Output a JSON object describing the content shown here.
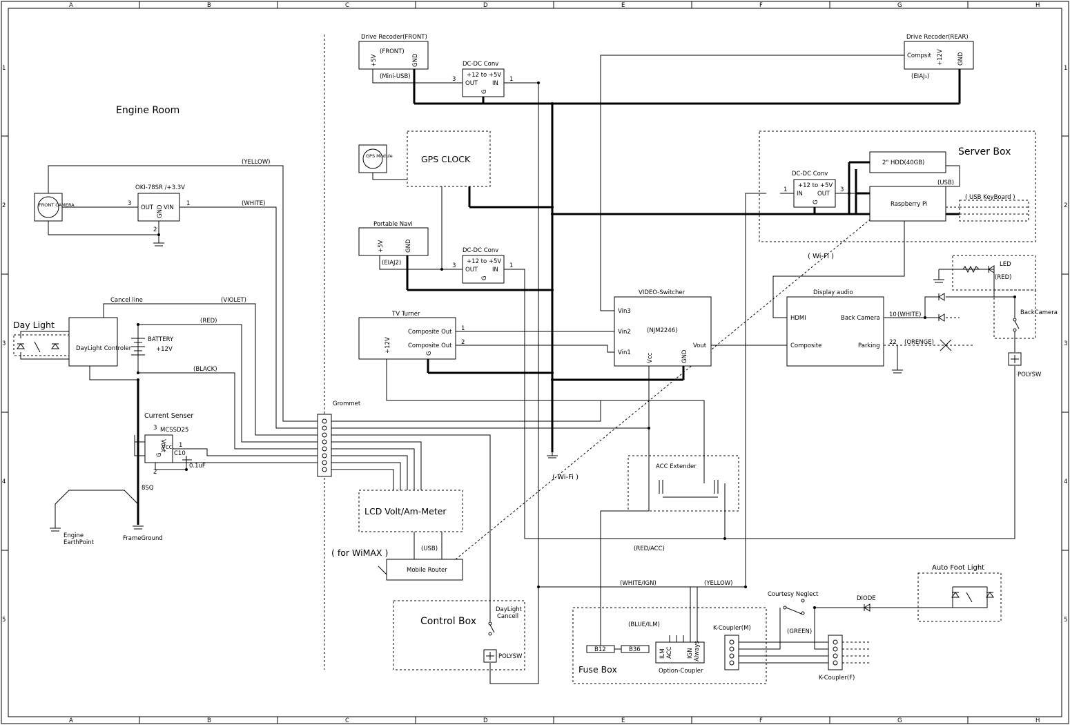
{
  "frame": {
    "columns": [
      "A",
      "B",
      "C",
      "D",
      "E",
      "F",
      "G",
      "H"
    ],
    "rows": [
      "1",
      "2",
      "3",
      "4",
      "5"
    ]
  },
  "regions": {
    "engine_room": "Engine Room",
    "grommet": "Grommet",
    "server_box": "Server Box",
    "control_box": "Control Box",
    "fuse_box": "Fuse Box",
    "acc_extender": "ACC Extender",
    "auto_foot_light": "Auto Foot Light"
  },
  "components": {
    "drive_rec_front": {
      "title": "Drive Recoder(FRONT)",
      "label": "(FRONT)",
      "pin_v": "+5V",
      "pin_g": "GND",
      "conn": "(Mini-USB)"
    },
    "drive_rec_rear": {
      "title": "Drive Recoder(REAR)",
      "pin_c": "Compsit",
      "pin_v": "+12V",
      "pin_g": "GND",
      "conn": "(EIAJ₁)"
    },
    "dcdc1": {
      "title": "DC-DC Conv",
      "line1": "+12 to +5V",
      "out": "OUT",
      "in": "IN",
      "g": "G",
      "pin3": "3",
      "pin1": "1"
    },
    "dcdc2": {
      "title": "DC-DC Conv",
      "line1": "+12 to +5V",
      "out": "OUT",
      "in": "IN",
      "g": "G",
      "pin3": "3",
      "pin1": "1"
    },
    "dcdc3": {
      "title": "DC-DC Conv",
      "line1": "+12 to +5V",
      "out": "OUT",
      "in": "IN",
      "g": "G",
      "pin3": "3",
      "pin1": "1"
    },
    "gps_module": "GPS Module",
    "gps_clock": "GPS CLOCK",
    "portable_navi": {
      "title": "Portable Navi",
      "pin_v": "+5V",
      "pin_g": "GND",
      "conn": "(EIAJ2)"
    },
    "tv_tuner": {
      "title": "TV Turner",
      "pin_v": "+12V",
      "out1": "Composite Out",
      "out2": "Composite Out",
      "g": "G",
      "pin1": "1",
      "pin2": "2"
    },
    "video_switcher": {
      "title": "VIDEO-Switcher",
      "chip": "(NJM2246)",
      "vin3": "Vin3",
      "vin2": "Vin2",
      "vin1": "Vin1",
      "vout": "Vout",
      "vcc": "Vcc",
      "gnd": "GND"
    },
    "display_audio": {
      "title": "Display audio",
      "hdmi": "HDMI",
      "back_camera": "Back Camera",
      "composite": "Composite",
      "parking": "Parking",
      "pin10": "10",
      "white": "(WHITE)",
      "pin22": "22",
      "orange": "(ORENGE)"
    },
    "hdd": "2\" HDD(40GB)",
    "raspberry_pi": "Raspberry Pi",
    "usb": "(USB)",
    "usb_keyboard": "( USB KeyBoard )",
    "wifi": "( Wi-Fi )",
    "wifi2": "( Wi-Fi )",
    "led": "LED",
    "led_red": "(RED)",
    "back_camera": "BackCamera",
    "polysw": "POLYSW",
    "front_camera": "FRONT CAMERA",
    "regulator": {
      "title": "OKI-78SR /+3.3V",
      "out": "OUT",
      "vin": "VIN",
      "gnd": "GND",
      "pin3": "3",
      "pin1": "1",
      "pin2": "2"
    },
    "day_light": "Day Light",
    "daylight_controller": "DayLight Controler",
    "cancel_line": "Cancel line",
    "battery": "BATTERY",
    "battery_v": "+12V",
    "current_sensor": {
      "title": "Current Senser",
      "part": "MCSSD25",
      "vout": "Vout",
      "vcc": "Vcc",
      "g": "G",
      "pin3": "3",
      "pin1": "1",
      "pin2": "2",
      "cap": "C10",
      "cap_val": "0.1uF",
      "wire": "8SQ"
    },
    "engine_earth": "Engine EarthPoint",
    "engine_earth_a": "Engine",
    "engine_earth_b": "EarthPoint",
    "frame_ground": "FrameGround",
    "lcd_meter": "LCD Volt/Am-Meter",
    "for_wimax": "( for WiMAX )",
    "mobile_router": "Mobile Router",
    "daylight_cancel": "DayLight Cancell",
    "daylight_cancel_a": "DayLight",
    "daylight_cancel_b": "Cancell",
    "b12": "B12",
    "b36": "B36",
    "option_coupler": {
      "title": "Option-Coupler",
      "ilm": "ILM",
      "acc": "ACC",
      "ign": "IGN",
      "always": "Always"
    },
    "k_coupler_m": "K-Coupler(M)",
    "k_coupler_f": "K-Coupler(F)",
    "courtesy": "Courtesy Neglect",
    "diode": "DIODE"
  },
  "wires": {
    "yellow": "(YELLOW)",
    "white": "(WHITE)",
    "violet": "(VIOLET)",
    "red": "(RED)",
    "black": "(BLACK)",
    "red_acc": "(RED/ACC)",
    "white_ign": "(WHITE/IGN)",
    "yellow2": "(YELLOW)",
    "blue_ilm": "(BLUE/ILM)",
    "green": "(GREEN)",
    "usb_router": "(USB)"
  }
}
